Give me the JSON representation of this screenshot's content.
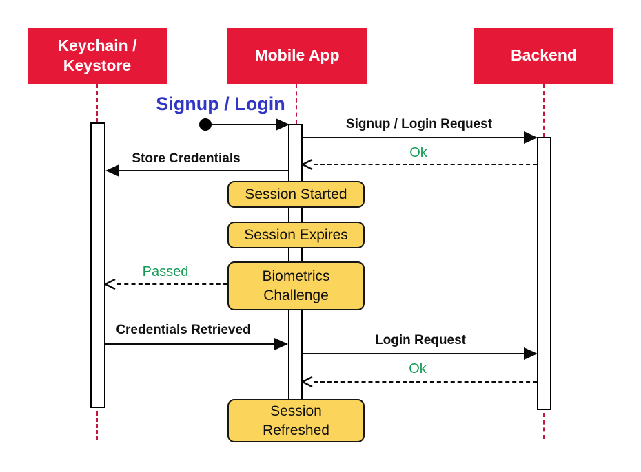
{
  "diagram_title": "Signup / Login",
  "actors": {
    "keychain": "Keychain /\nKeystore",
    "mobile": "Mobile App",
    "backend": "Backend"
  },
  "messages": {
    "signup_request": "Signup / Login Request",
    "signup_ok": "Ok",
    "store_credentials": "Store Credentials",
    "passed": "Passed",
    "credentials_retrieved": "Credentials Retrieved",
    "login_request": "Login Request",
    "login_ok": "Ok"
  },
  "notes": {
    "session_started": "Session Started",
    "session_expires": "Session Expires",
    "biometrics_challenge": "Biometrics\nChallenge",
    "session_refreshed": "Session\nRefreshed"
  },
  "colors": {
    "actor_red": "#E51937",
    "lifeline_red": "#C2163E",
    "note_yellow": "#FBD45C",
    "ok_green": "#169B56",
    "title_blue": "#3236C4",
    "line_black": "#0B0B0B"
  }
}
